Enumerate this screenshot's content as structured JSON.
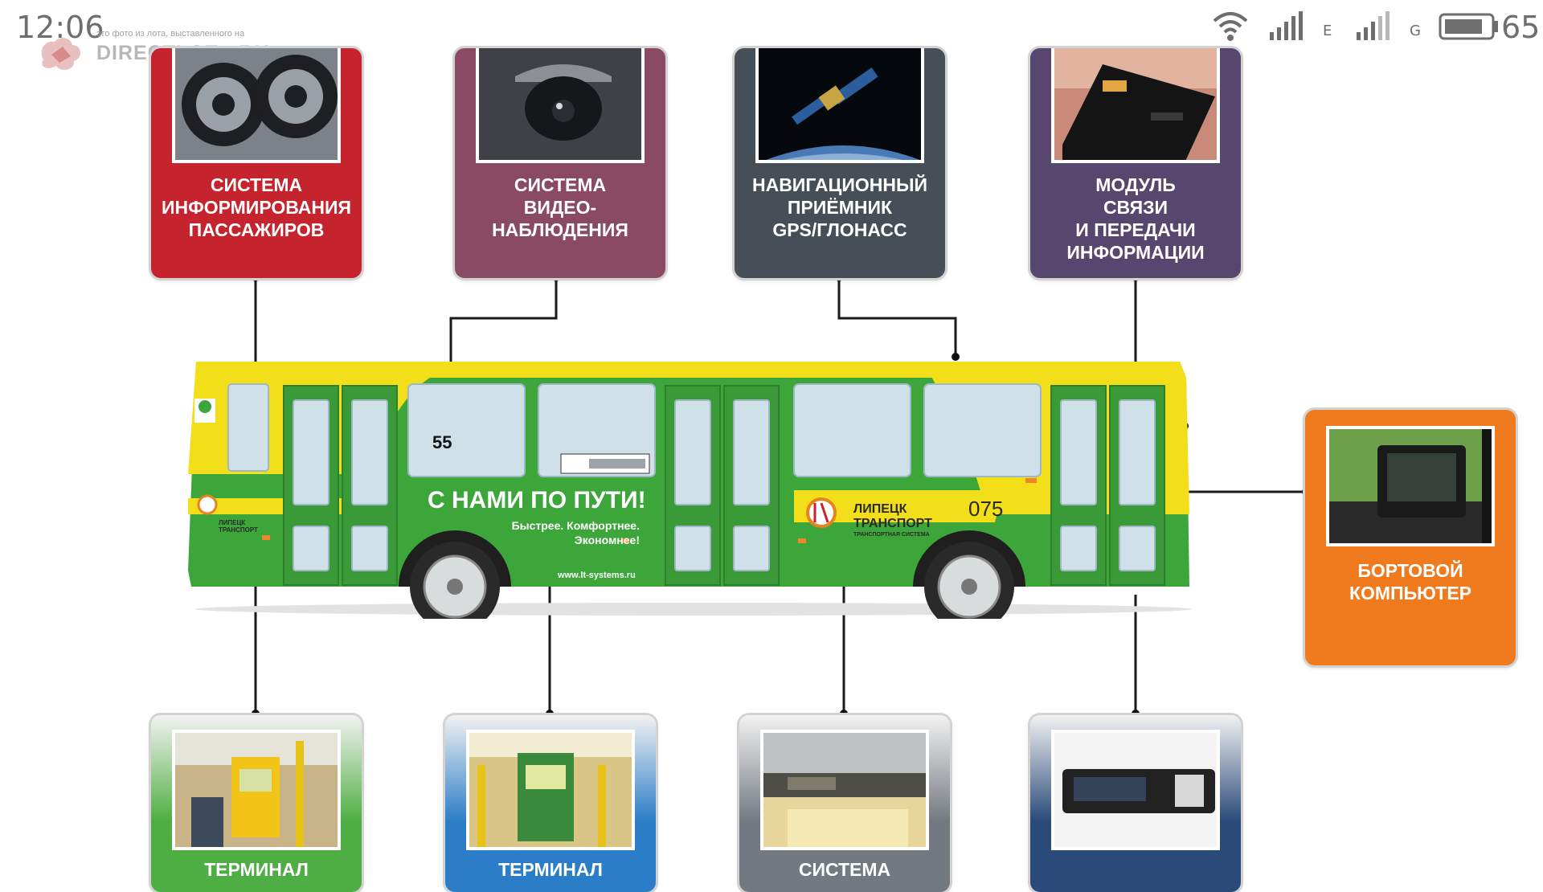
{
  "status_bar": {
    "time": "12:06",
    "battery_percent": "65",
    "network_labels": [
      "E",
      "G"
    ]
  },
  "watermark": {
    "caption": "это фото из лота, выставленного на",
    "site": "DIRECTLOT • RU"
  },
  "colors": {
    "red": "#c5232d",
    "mauve": "#8b4a63",
    "slate": "#464e58",
    "purple": "#57466e",
    "orange": "#f07a1e",
    "green": "#4fae43",
    "blue": "#2c7dc7",
    "gray": "#737980",
    "navy": "#2a4a7a",
    "bus_green": "#3da63a",
    "bus_yellow": "#f2df1a"
  },
  "top_modules": [
    {
      "label": "СИСТЕМА\nИНФОРМИРОВАНИЯ\nПАССАЖИРОВ",
      "icon": "speakers-icon"
    },
    {
      "label": "СИСТЕМА\nВИДЕО-\nНАБЛЮДЕНИЯ",
      "icon": "dome-camera-icon"
    },
    {
      "label": "НАВИГАЦИОННЫЙ\nПРИЁМНИК\nGPS/ГЛОНАСС",
      "icon": "satellite-icon"
    },
    {
      "label": "МОДУЛЬ\nСВЯЗИ\nИ ПЕРЕДАЧИ\nИНФОРМАЦИИ",
      "icon": "communication-module-icon"
    }
  ],
  "side_module": {
    "label": "БОРТОВОЙ\nКОМПЬЮТЕР",
    "icon": "onboard-computer-icon"
  },
  "bottom_modules": [
    {
      "label": "ТЕРМИНАЛ",
      "icon": "validator-terminal-icon"
    },
    {
      "label": "ТЕРМИНАЛ",
      "icon": "ticket-terminal-icon"
    },
    {
      "label": "СИСТЕМА",
      "icon": "passenger-counter-icon"
    },
    {
      "label": "",
      "icon": "tachograph-icon"
    }
  ],
  "bus": {
    "slogan": "С НАМИ ПО ПУТИ!",
    "tagline_1": "Быстрее. Комфортнее.",
    "tagline_2": "Экономнее!",
    "website": "www.lt-systems.ru",
    "route_number": "55",
    "company_line1": "ЛИПЕЦК",
    "company_line2": "ТРАНСПОРТ",
    "company_sub": "ТРАНСПОРТНАЯ СИСТЕМА",
    "fleet_number": "075",
    "front_logo_line1": "ЛИПЕЦК",
    "front_logo_line2": "ТРАНСПОРТ"
  }
}
